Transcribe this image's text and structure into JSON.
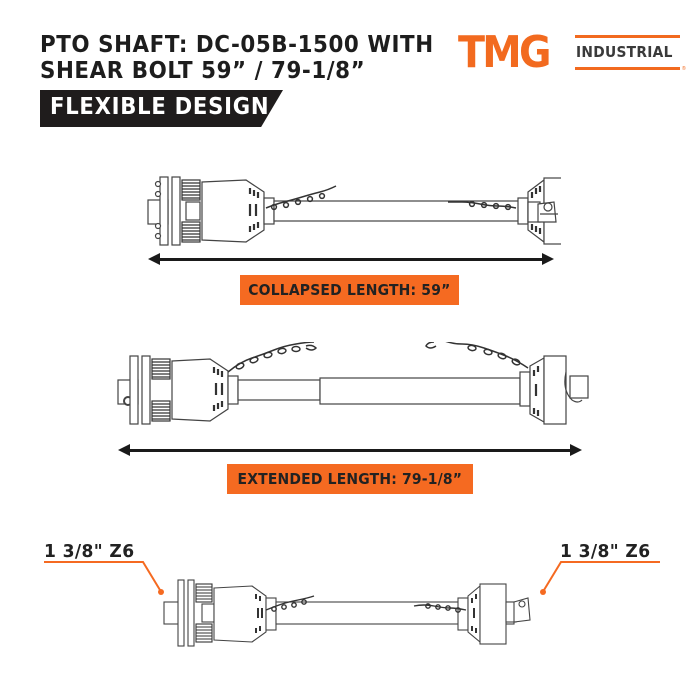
{
  "header": {
    "title_line1": "PTO SHAFT: DC-05B-1500 WITH",
    "title_line2": "SHEAR BOLT 59” / 79-1/8”",
    "banner": "FLEXIBLE DESIGN"
  },
  "logo": {
    "brand": "TMG",
    "subbrand": "INDUSTRIAL",
    "registered": "®"
  },
  "colors": {
    "accent_orange": "#f56a21",
    "banner_black": "#1f1c1c",
    "text_dark": "#1d1d1d"
  },
  "sections": [
    {
      "id": "collapsed",
      "label": "COLLAPSED LENGTH: 59”",
      "chain_state": "stowed"
    },
    {
      "id": "extended",
      "label": "EXTENDED LENGTH: 79-1/8”",
      "chain_state": "extended"
    },
    {
      "id": "ends",
      "left_spec": "1 3/8\" Z6",
      "right_spec": "1 3/8\" Z6"
    }
  ]
}
